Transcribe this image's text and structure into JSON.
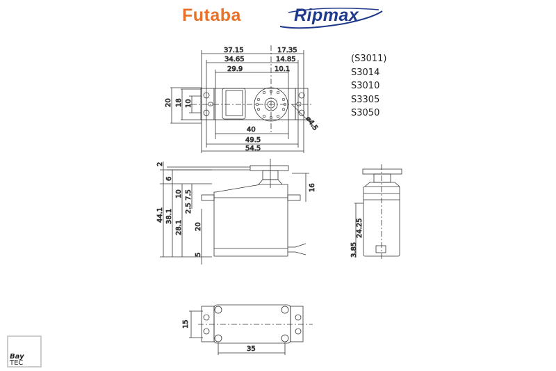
{
  "header": {
    "brand_left": "Futaba",
    "brand_right": "Ripmax",
    "colors": {
      "futaba": "#e8722a",
      "ripmax": "#1f3a8a"
    }
  },
  "models": [
    "(S3011)",
    "S3014",
    "S3010",
    "S3305",
    "S3050"
  ],
  "top_view": {
    "dims_top": [
      "37.15",
      "17.35",
      "34.65",
      "14.85",
      "29.9",
      "10.1"
    ],
    "dims_left": [
      "20",
      "18",
      "10"
    ],
    "dims_bottom": [
      "40",
      "49.5",
      "54.5"
    ],
    "hole_diameter": "⌀4.5"
  },
  "side_view": {
    "dims_left": [
      "2",
      "6",
      "44.1",
      "38.1",
      "28.1",
      "10",
      "7.5",
      "2.5",
      "20",
      "5"
    ],
    "dims_right": [
      "16"
    ]
  },
  "end_view": {
    "dims": [
      "24.25",
      "3.85"
    ]
  },
  "bottom_view": {
    "dims": [
      "15",
      "35"
    ]
  },
  "watermark": {
    "text": "Bay",
    "subtext": "TEC"
  }
}
